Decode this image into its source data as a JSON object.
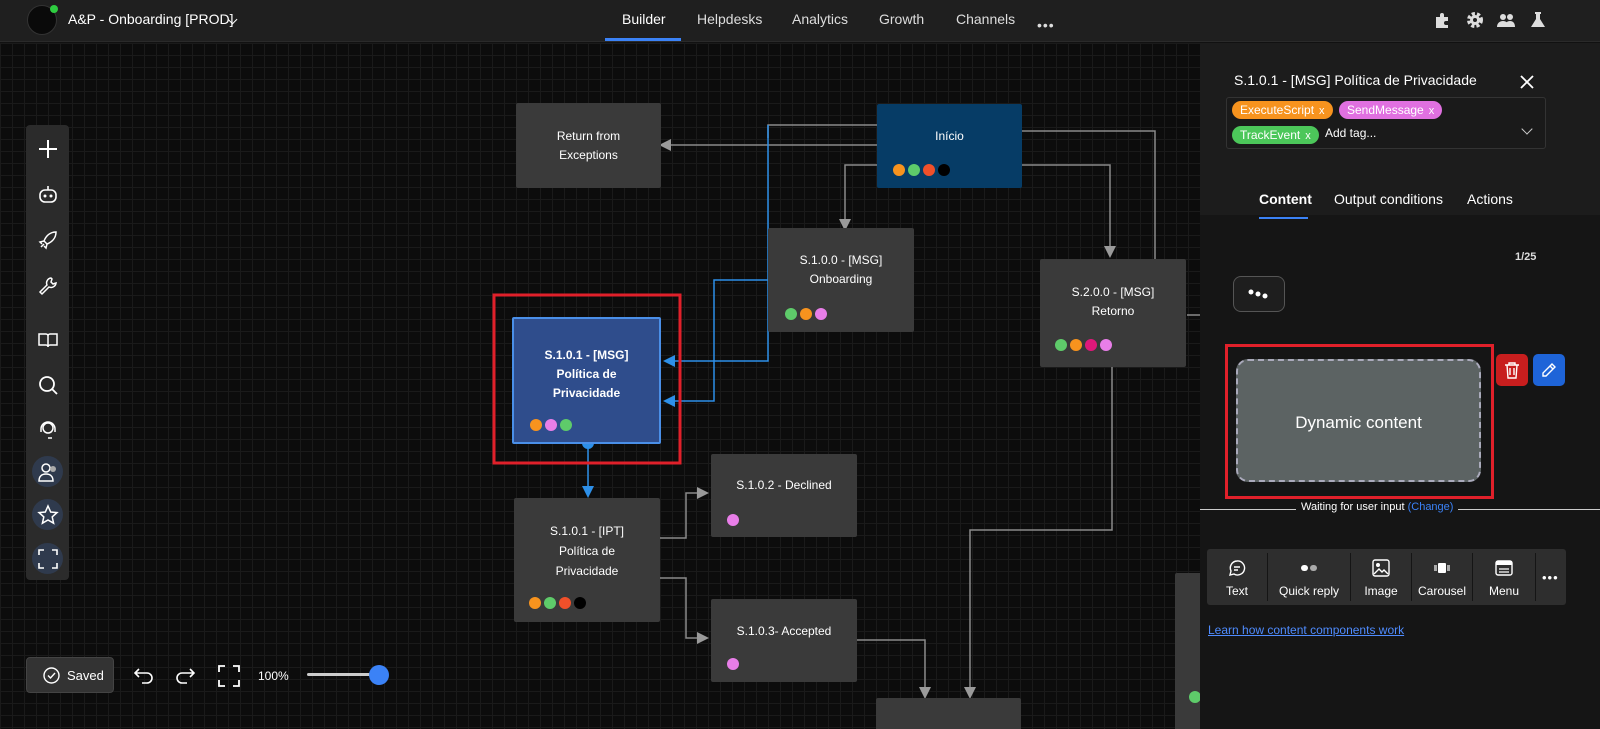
{
  "header": {
    "project_name": "A&P - Onboarding [PROD]",
    "nav": [
      "Builder",
      "Helpdesks",
      "Analytics",
      "Growth",
      "Channels"
    ],
    "active_nav": "Builder",
    "right_icons": [
      "puzzle-icon",
      "gear-icon",
      "users-icon",
      "flask-icon"
    ]
  },
  "canvas": {
    "nodes": {
      "return": [
        "Return from",
        "Exceptions"
      ],
      "inicio": [
        "Início"
      ],
      "s100": [
        "S.1.0.0 - [MSG]",
        "Onboarding"
      ],
      "s200": [
        "S.2.0.0 - [MSG]",
        "Retorno"
      ],
      "s101": [
        "S.1.0.1 - [MSG]",
        "Política de",
        "Privacidade"
      ],
      "s101ipt": [
        "S.1.0.1 - [IPT]",
        "Política de",
        "Privacidade"
      ],
      "s102": [
        "S.1.0.2 - Declined"
      ],
      "s103": [
        "S.1.0.3- Accepted"
      ]
    },
    "dot_colors": {
      "orange": "#f7931e",
      "green": "#5ecb6a",
      "red": "#f0502a",
      "black": "#000000",
      "pink": "#e87ee8",
      "magenta": "#e0187a"
    }
  },
  "toolbar": {
    "tools": [
      "plus-icon",
      "bot-icon",
      "rocket-icon",
      "wrench-icon",
      "book-icon",
      "search-icon",
      "agent-icon",
      "users-icon",
      "star-icon",
      "expand-icon"
    ]
  },
  "bottom": {
    "saved_label": "Saved",
    "zoom": "100%",
    "zoom_level": 1.0
  },
  "panel": {
    "title": "S.1.0.1 - [MSG] Política de Privacidade",
    "tags": [
      {
        "label": "ExecuteScript",
        "color": "#f7931e"
      },
      {
        "label": "SendMessage",
        "color": "#e070e0"
      },
      {
        "label": "TrackEvent",
        "color": "#4cc75a"
      }
    ],
    "add_tag_placeholder": "Add tag...",
    "tabs": [
      "Content",
      "Output conditions",
      "Actions"
    ],
    "active_tab": "Content",
    "counter": "1/25",
    "dynamic_content": "Dynamic content",
    "waiting_text": "Waiting for user input",
    "change_label": "(Change)",
    "content_buttons": [
      "Text",
      "Quick reply",
      "Image",
      "Carousel",
      "Menu"
    ],
    "learn_link": "Learn how content components work"
  }
}
